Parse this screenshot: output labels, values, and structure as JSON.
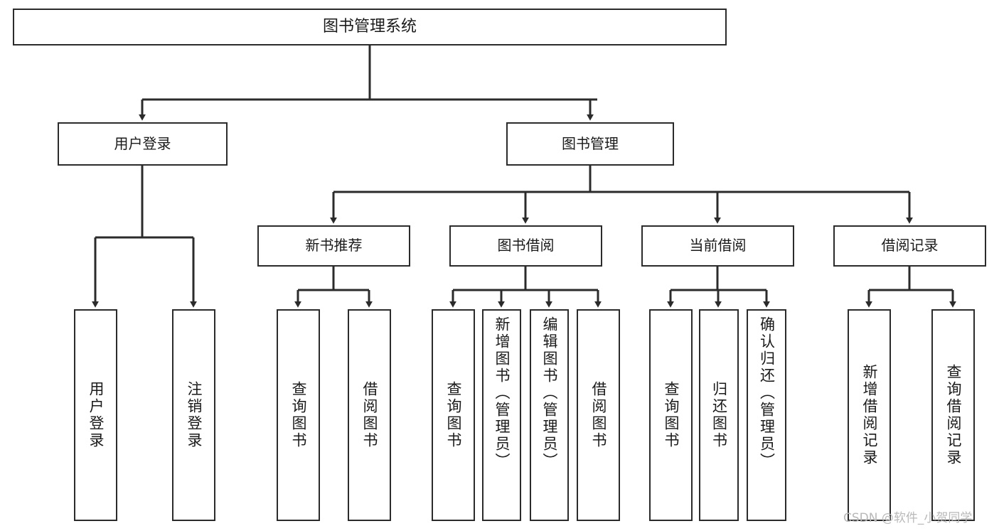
{
  "diagram": {
    "type": "tree",
    "orientation": "top-down",
    "title": "图书管理系统",
    "colors": {
      "box_border": "#2b2b2b",
      "box_fill": "#ffffff",
      "connector": "#2b2b2b",
      "text": "#1a1a1a",
      "watermark": "#b9b9b9",
      "background": "#ffffff"
    }
  },
  "watermark": {
    "text": "CSDN @软件_小贺同学"
  },
  "nodes": {
    "root": {
      "label": "图书管理系统"
    },
    "level2": [
      {
        "id": "user-login",
        "label": "用户登录"
      },
      {
        "id": "book-manage",
        "label": "图书管理"
      }
    ],
    "level3": [
      {
        "id": "new-book-recommend",
        "label": "新书推荐"
      },
      {
        "id": "book-borrow",
        "label": "图书借阅"
      },
      {
        "id": "current-borrow",
        "label": "当前借阅"
      },
      {
        "id": "borrow-record",
        "label": "借阅记录"
      }
    ],
    "leaves": {
      "user-login": [
        {
          "id": "leaf-user-login",
          "label": "用户登录"
        },
        {
          "id": "leaf-logout",
          "label": "注销登录"
        }
      ],
      "new-book-recommend": [
        {
          "id": "leaf-query-book-1",
          "label": "查询图书"
        },
        {
          "id": "leaf-borrow-book-1",
          "label": "借阅图书"
        }
      ],
      "book-borrow": [
        {
          "id": "leaf-query-book-2",
          "label": "查询图书"
        },
        {
          "id": "leaf-add-book",
          "label": "新增图书（管理员）"
        },
        {
          "id": "leaf-edit-book",
          "label": "编辑图书（管理员）"
        },
        {
          "id": "leaf-borrow-book-2",
          "label": "借阅图书"
        }
      ],
      "current-borrow": [
        {
          "id": "leaf-query-book-3",
          "label": "查询图书"
        },
        {
          "id": "leaf-return-book",
          "label": "归还图书"
        },
        {
          "id": "leaf-confirm-return",
          "label": "确认归还（管理员）"
        }
      ],
      "borrow-record": [
        {
          "id": "leaf-add-record",
          "label": "新增借阅记录"
        },
        {
          "id": "leaf-query-record",
          "label": "查询借阅记录"
        }
      ]
    }
  }
}
